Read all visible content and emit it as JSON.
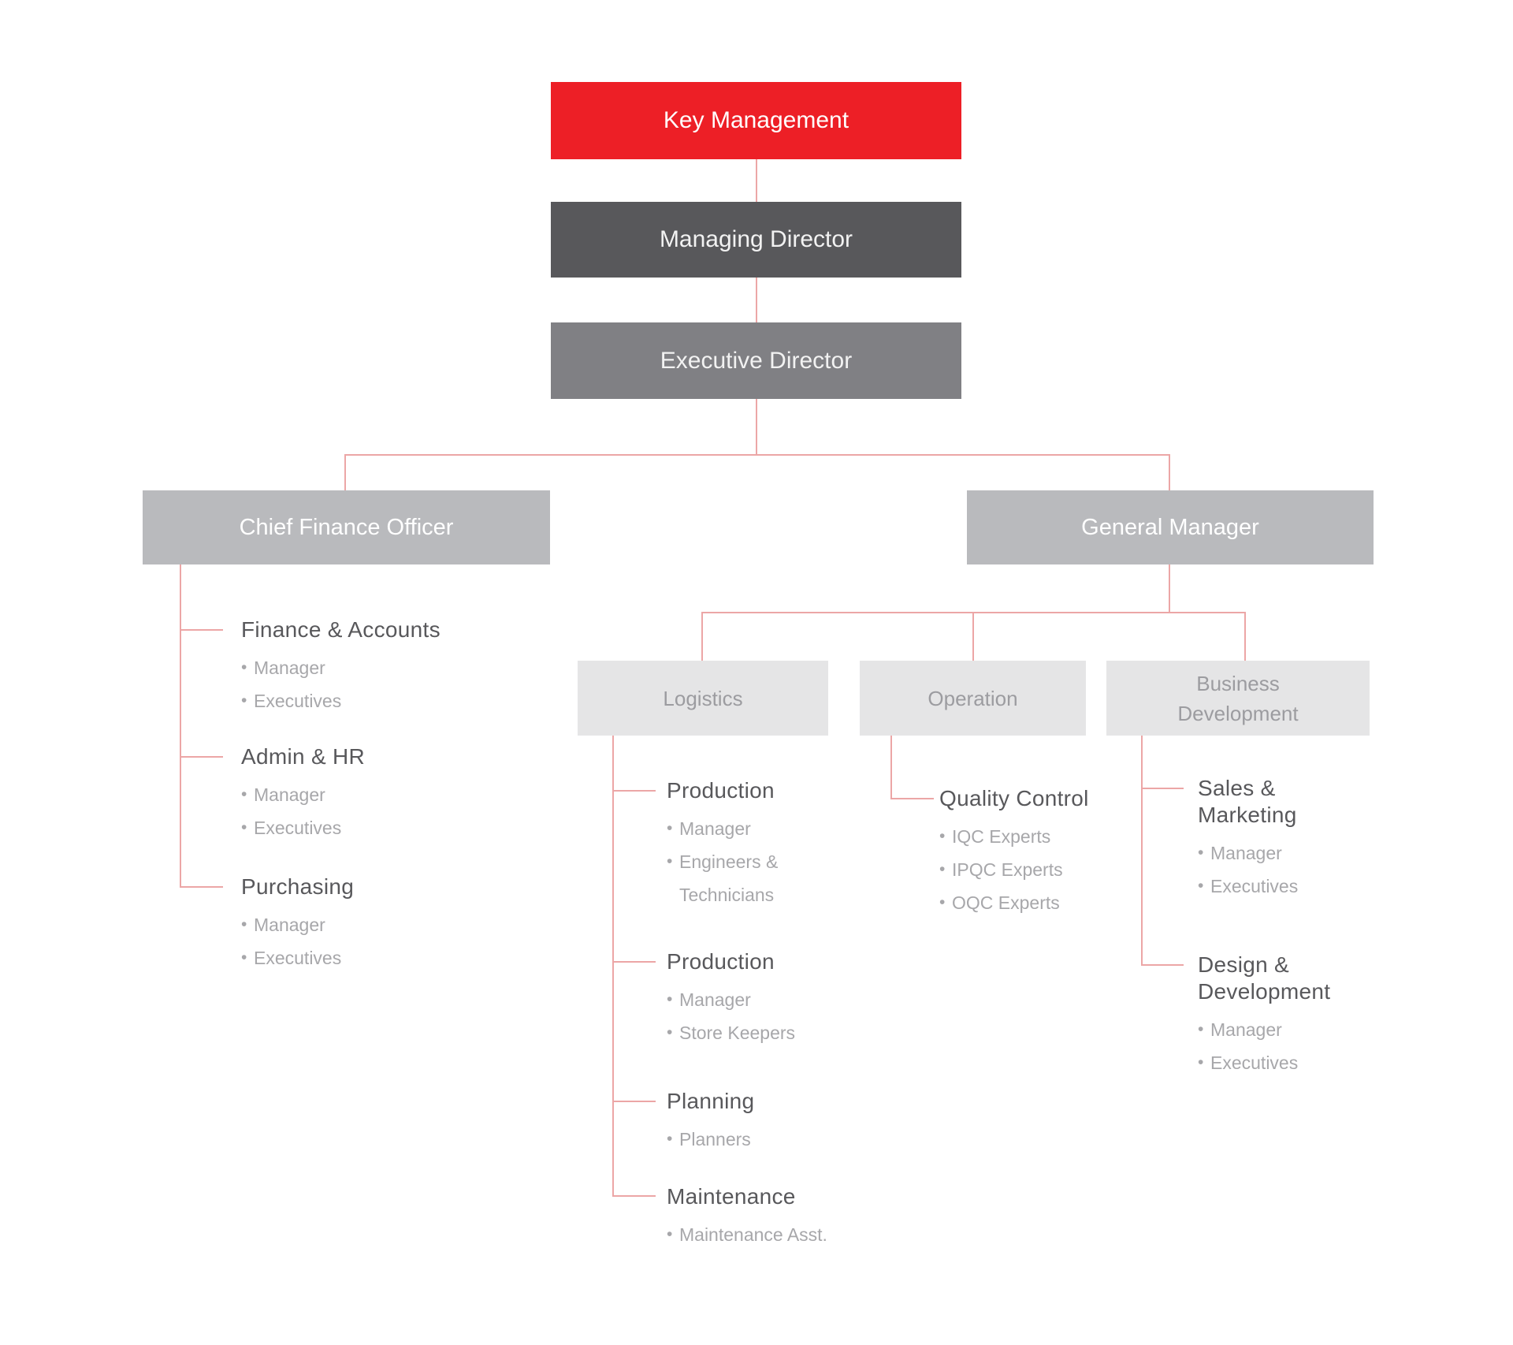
{
  "colors": {
    "accent_red": "#ED1F26",
    "dark_gray": "#58585B",
    "medium_gray": "#808084",
    "light_gray": "#B9BABD",
    "lighter_gray": "#E5E5E6",
    "division_text": "#9C9CA0",
    "title_text": "#58585B",
    "bullet_text": "#A7A7AA",
    "connector": "#ECA6A6",
    "background": "#FFFFFF"
  },
  "org": {
    "root": {
      "label": "Key Management"
    },
    "managing_director": {
      "label": "Managing Director"
    },
    "executive_director": {
      "label": "Executive Director"
    },
    "cfo": {
      "label": "Chief Finance Officer",
      "departments": [
        {
          "title": "Finance & Accounts",
          "items": [
            "Manager",
            "Executives"
          ]
        },
        {
          "title": "Admin & HR",
          "items": [
            "Manager",
            "Executives"
          ]
        },
        {
          "title": "Purchasing",
          "items": [
            "Manager",
            "Executives"
          ]
        }
      ]
    },
    "general_manager": {
      "label": "General Manager",
      "divisions": [
        {
          "label": "Logistics",
          "departments": [
            {
              "title": "Production",
              "items": [
                "Manager",
                "Engineers & Technicians"
              ]
            },
            {
              "title": "Production",
              "items": [
                "Manager",
                "Store Keepers"
              ]
            },
            {
              "title": "Planning",
              "items": [
                "Planners"
              ]
            },
            {
              "title": "Maintenance",
              "items": [
                "Maintenance Asst."
              ]
            }
          ]
        },
        {
          "label": "Operation",
          "departments": [
            {
              "title": "Quality Control",
              "items": [
                "IQC Experts",
                "IPQC Experts",
                "OQC Experts"
              ]
            }
          ]
        },
        {
          "label": "Business Development",
          "departments": [
            {
              "title": "Sales & Marketing",
              "items": [
                "Manager",
                "Executives"
              ]
            },
            {
              "title": "Design & Development",
              "items": [
                "Manager",
                "Executives"
              ]
            }
          ]
        }
      ]
    }
  }
}
